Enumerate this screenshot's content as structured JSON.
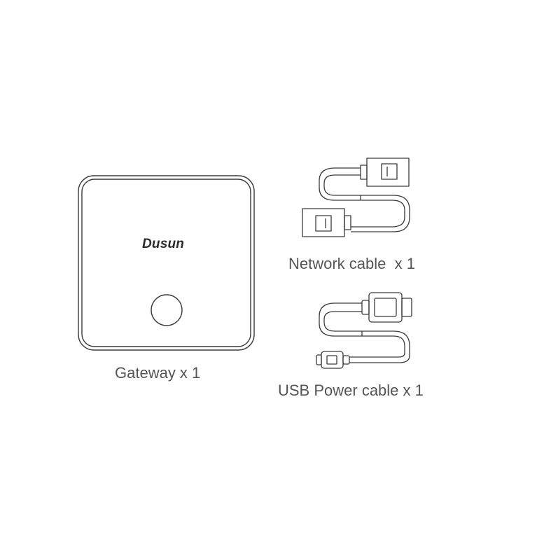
{
  "items": {
    "gateway": {
      "caption": "Gateway x 1",
      "brand_logo_text": "Dusun"
    },
    "network_cable": {
      "caption": "Network cable  x 1"
    },
    "usb_power_cable": {
      "caption": "USB Power cable x 1"
    }
  },
  "colors": {
    "outline": "#3a3a3a",
    "caption_text": "#555555",
    "brand_text": "#2a2a2a",
    "background": "#ffffff"
  }
}
